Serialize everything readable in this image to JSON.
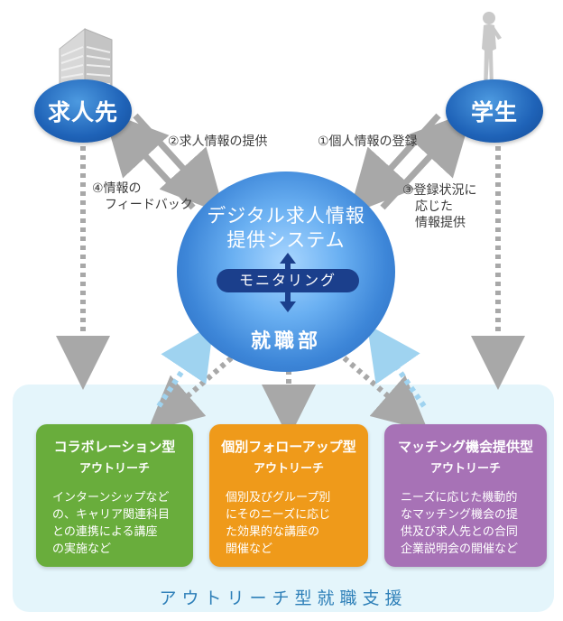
{
  "nodes": {
    "employer": "求人先",
    "student": "学生",
    "system_title": "デジタル求人情報\n提供システム",
    "monitoring": "モニタリング",
    "department": "就職部"
  },
  "flows": {
    "employer_post": "②求人情報の提供",
    "student_register": "①個人情報の登録",
    "feedback": "④情報の\n　フィードバック",
    "status_info": "③登録状況に\n　応じた\n　情報提供"
  },
  "outreach": [
    {
      "title": "コラボレーション型",
      "subtitle": "アウトリーチ",
      "body": "インターンシップなど\nの、キャリア関連科目\nとの連携による講座\nの実施など",
      "color": "#69ad3c"
    },
    {
      "title": "個別フォローアップ型",
      "subtitle": "アウトリーチ",
      "body": "個別及びグループ別\nにそのニーズに応じ\nた効果的な講座の\n開催など",
      "color": "#ef9a1a"
    },
    {
      "title": "マッチング機会提供型",
      "subtitle": "アウトリーチ",
      "body": "ニーズに応じた機動的\nなマッチング機会の提\n供及び求人先との合同\n企業説明会の開催など",
      "color": "#a772b6"
    }
  ],
  "footer": "アウトリーチ型就職支援",
  "colors": {
    "blue": "#1f63b8",
    "arrow_gray": "#a8a8a8",
    "arrow_light": "#9fd3f0",
    "panel": "#e4f5fb"
  }
}
